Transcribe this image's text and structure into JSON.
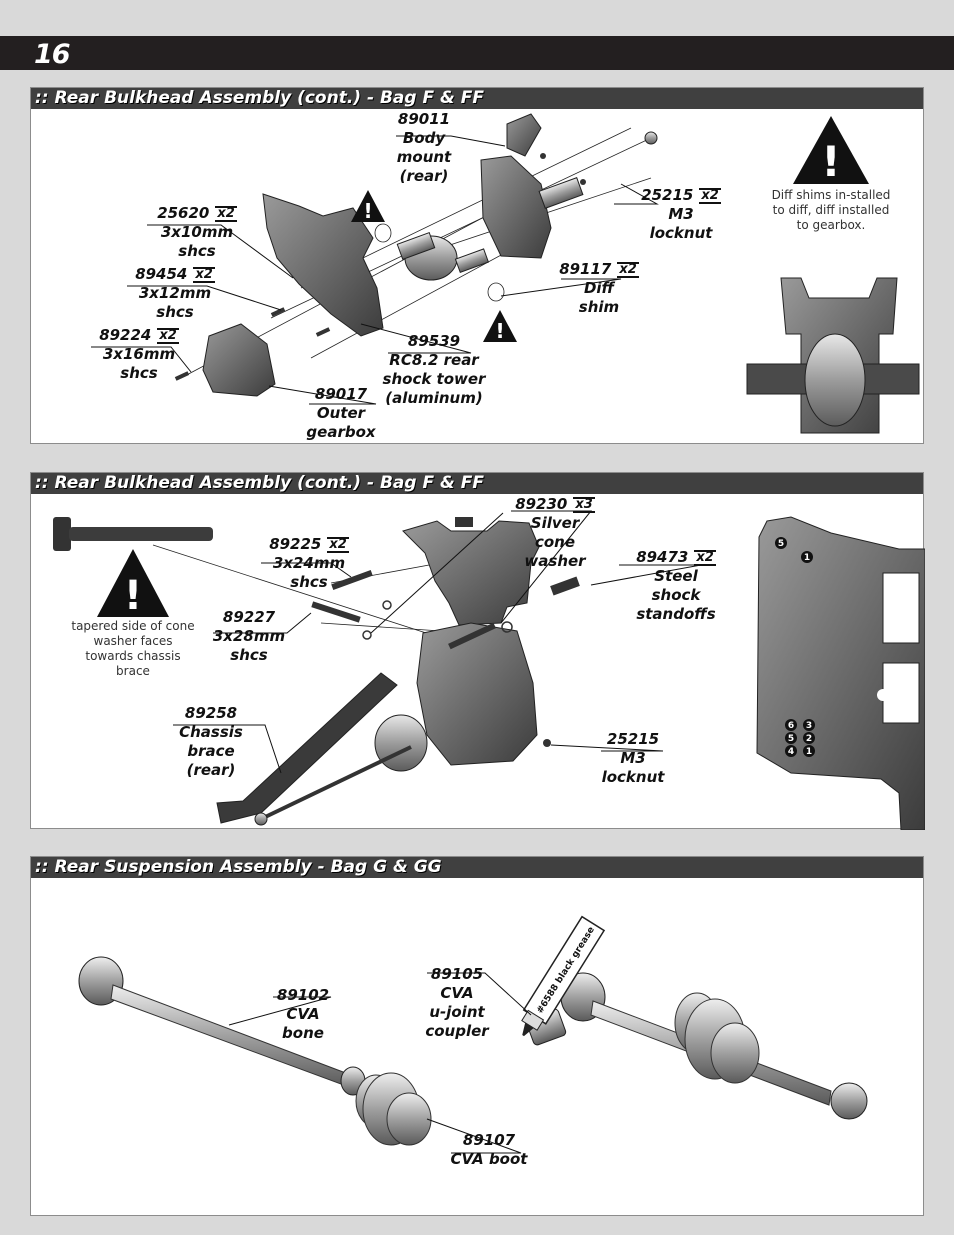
{
  "page_number": "16",
  "sections": [
    {
      "title": ":: Rear Bulkhead Assembly (cont.) - Bag F & FF"
    },
    {
      "title": ":: Rear Bulkhead Assembly (cont.) - Bag F & FF"
    },
    {
      "title": ":: Rear Suspension Assembly - Bag G & GG"
    }
  ],
  "panel1": {
    "note": "Diff shims in-stalled to diff, diff installed to gearbox.",
    "parts": [
      {
        "num": "89011",
        "desc": [
          "Body",
          "mount",
          "(rear)"
        ],
        "qty": ""
      },
      {
        "num": "25620",
        "desc": [
          "3x10mm",
          "shcs"
        ],
        "qty": "x2"
      },
      {
        "num": "25215",
        "desc": [
          "M3",
          "locknut"
        ],
        "qty": "x2"
      },
      {
        "num": "89454",
        "desc": [
          "3x12mm",
          "shcs"
        ],
        "qty": "x2"
      },
      {
        "num": "89117",
        "desc": [
          "Diff",
          "shim"
        ],
        "qty": "x2"
      },
      {
        "num": "89224",
        "desc": [
          "3x16mm",
          "shcs"
        ],
        "qty": "x2"
      },
      {
        "num": "89539",
        "desc": [
          "RC8.2 rear",
          "shock tower",
          "(aluminum)"
        ],
        "qty": ""
      },
      {
        "num": "89017",
        "desc": [
          "Outer",
          "gearbox"
        ],
        "qty": ""
      }
    ]
  },
  "panel2": {
    "note": "tapered side of cone washer faces towards chassis brace",
    "parts": [
      {
        "num": "89230",
        "desc": [
          "Silver",
          "cone",
          "washer"
        ],
        "qty": "x3"
      },
      {
        "num": "89225",
        "desc": [
          "3x24mm",
          "shcs"
        ],
        "qty": "x2"
      },
      {
        "num": "89473",
        "desc": [
          "Steel",
          "shock",
          "standoffs"
        ],
        "qty": "x2"
      },
      {
        "num": "89227",
        "desc": [
          "3x28mm",
          "shcs"
        ],
        "qty": ""
      },
      {
        "num": "89258",
        "desc": [
          "Chassis",
          "brace",
          "(rear)"
        ],
        "qty": ""
      },
      {
        "num": "25215",
        "desc": [
          "M3",
          "locknut"
        ],
        "qty": ""
      }
    ],
    "hole_numbers_top": [
      "5",
      "1"
    ],
    "hole_numbers_grid": [
      "6",
      "3",
      "5",
      "2",
      "4",
      "1"
    ]
  },
  "panel3": {
    "grease_label": "#6588 black grease",
    "parts": [
      {
        "num": "89105",
        "desc": [
          "CVA",
          "u-joint",
          "coupler"
        ],
        "qty": ""
      },
      {
        "num": "89102",
        "desc": [
          "CVA",
          "bone"
        ],
        "qty": ""
      },
      {
        "num": "89107",
        "desc": [
          "CVA boot"
        ],
        "qty": ""
      }
    ]
  },
  "colors": {
    "header_bar": "#231f20",
    "section_bar": "#404040",
    "part_gray": "#5a5a5a"
  }
}
